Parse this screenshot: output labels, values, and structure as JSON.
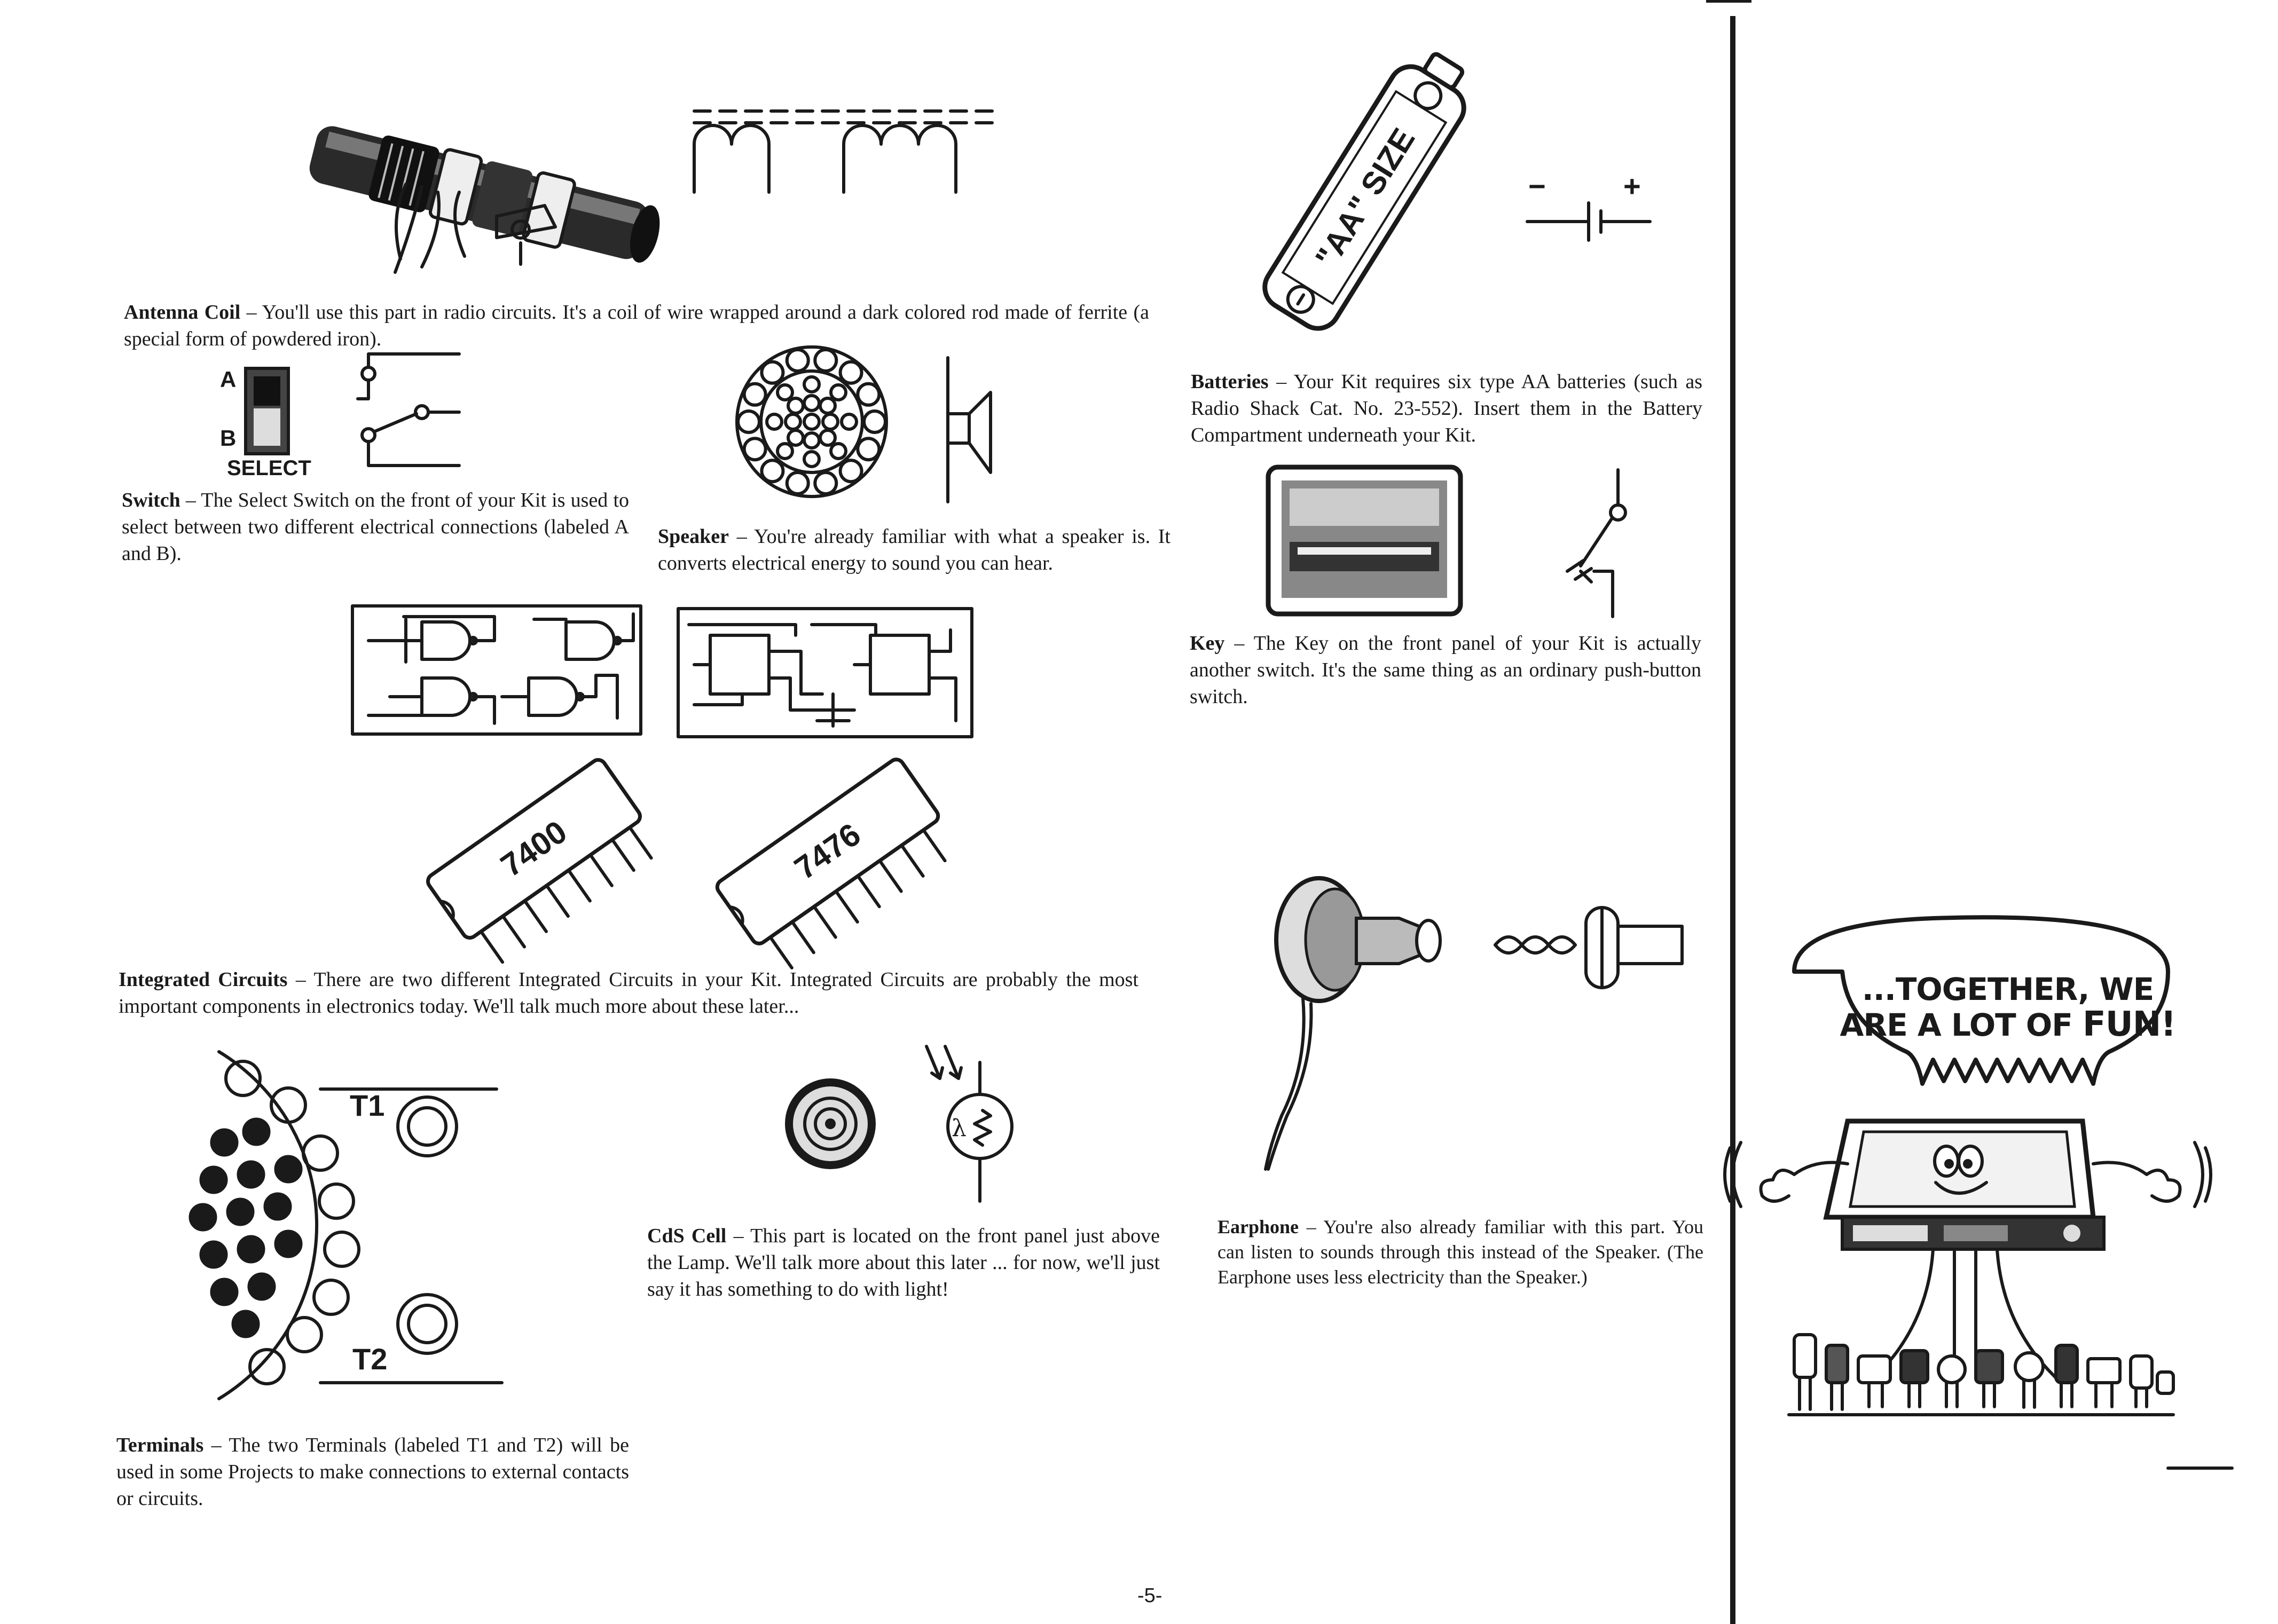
{
  "page_number": "-5-",
  "sections": {
    "antenna": {
      "title": "Antenna Coil",
      "body": " – You'll use this part in radio circuits. It's a coil of wire wrapped around a dark colored rod made of ferrite (a special form of powdered iron)."
    },
    "switch": {
      "title": "Switch",
      "body": " – The Select Switch on the front of your Kit is used to select between two different electrical connections (labeled A and B).",
      "label_a": "A",
      "label_b": "B",
      "label_select": "SELECT"
    },
    "speaker": {
      "title": "Speaker",
      "body": " – You're already familiar with what a speaker is. It converts electrical energy to sound you can hear."
    },
    "ic": {
      "title": "Integrated Circuits",
      "body": " – There are two different Integrated Circuits in your Kit. Integrated Circuits are probably the most important components in electronics today. We'll talk much more about these later...",
      "chip1": "7400",
      "chip2": "7476"
    },
    "terminals": {
      "title": "Terminals",
      "body": " – The two Terminals (labeled T1 and T2) will be used in some Projects to make connections to external contacts or circuits.",
      "t1": "T1",
      "t2": "T2"
    },
    "cds": {
      "title": "CdS Cell",
      "body": " – This part is located on the front panel just above the Lamp. We'll talk more about this later ... for now, we'll just say it has something to do with light!",
      "symbol": "λ"
    },
    "batteries": {
      "title": "Batteries",
      "body": " – Your Kit requires six type AA batteries (such as Radio Shack Cat. No. 23-552). Insert them in the Battery Compartment underneath your Kit.",
      "battery_label": "\"AA\" SIZE",
      "minus": "−",
      "plus": "+"
    },
    "key": {
      "title": "Key",
      "body": " – The Key on the front panel of your Kit is actually another switch. It's the same thing as an ordinary push-button switch."
    },
    "earphone": {
      "title": "Earphone",
      "body": " – You're also already familiar with this part. You can listen to sounds through this instead of the Speaker. (The Earphone uses less electricity than the Speaker.)"
    }
  },
  "cartoon": {
    "line1": "...TOGETHER, WE",
    "line2_a": "ARE A LOT OF ",
    "line2_b": "FUN!"
  }
}
